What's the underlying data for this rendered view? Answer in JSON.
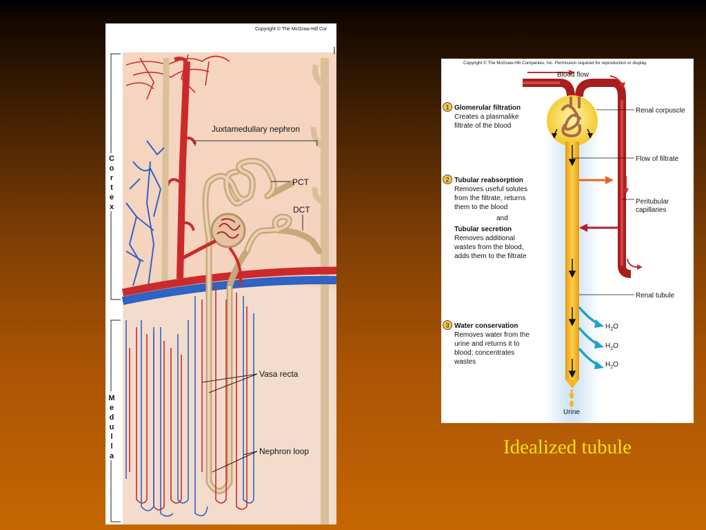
{
  "left_figure": {
    "copyright": "Copyright © The McGraw-Hill Cor",
    "title": "Juxtamedullary nephron",
    "region_cortex": [
      "C",
      "o",
      "r",
      "t",
      "e",
      "x"
    ],
    "region_medulla": [
      "M",
      "e",
      "d",
      "u",
      "l",
      "l",
      "a"
    ],
    "labels": {
      "pct": "PCT",
      "dct": "DCT",
      "vasa_recta": "Vasa recta",
      "nephron_loop": "Nephron loop"
    }
  },
  "right_figure": {
    "copyright": "Copyright © The McGraw-Hill Companies, Inc. Permission required for reproduction or display.",
    "blood_flow": "Blood flow",
    "steps": [
      {
        "num": "1",
        "title": "Glomerular filtration",
        "lines": [
          "Creates a plasmalike",
          "filtrate of the blood"
        ]
      },
      {
        "num": "2",
        "title": "Tubular reabsorption",
        "lines": [
          "Removes useful solutes",
          "from the filtrate, returns",
          "them to the blood"
        ]
      },
      {
        "num": "3",
        "title": "Water conservation",
        "lines": [
          "Removes water from the",
          "urine and returns it to",
          "blood; concentrates",
          "wastes"
        ]
      }
    ],
    "and_text": "and",
    "secretion_title": "Tubular secretion",
    "secretion_lines": [
      "Removes additional",
      "wastes from the blood,",
      "adds them to the filtrate"
    ],
    "callouts": {
      "renal_corpuscle": "Renal corpuscle",
      "flow_of_filtrate": "Flow of filtrate",
      "peritubular": [
        "Peritubular",
        "capillaries"
      ],
      "renal_tubule": "Renal tubule"
    },
    "water_label": "H",
    "water_sub": "2",
    "water_o": "O",
    "urine": "Urine"
  },
  "caption": "Idealized tubule",
  "colors": {
    "artery": "#cc2a2a",
    "vein": "#2f63c4",
    "tubule": "#d9c09a",
    "tubule_yellow": "#f5b820",
    "arrow_orange": "#e8641a",
    "water_arrow": "#1fa0cf",
    "caption": "#f5e20a"
  }
}
